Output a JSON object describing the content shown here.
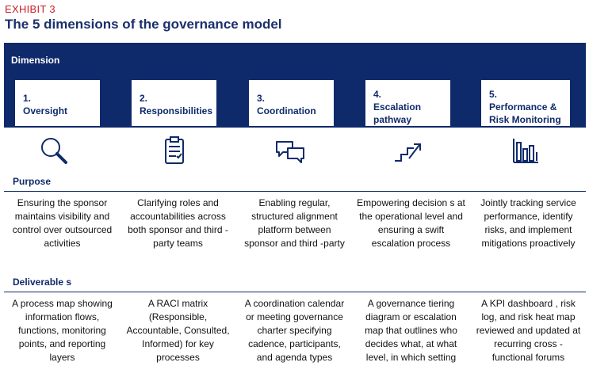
{
  "header": {
    "exhibit": "EXHIBIT 3",
    "title": "The 5 dimensions of the governance model"
  },
  "banner": {
    "label": "Dimension"
  },
  "colors": {
    "navy": "#0f2a6b",
    "accent_red": "#c8202a"
  },
  "dimensions": [
    {
      "number": "1.",
      "name": "Oversight",
      "icon": "magnifier-icon",
      "purpose": "Ensuring the sponsor maintains visibility and control over outsourced activities",
      "deliverable": "A process map showing information flows, functions, monitoring points, and reporting layers"
    },
    {
      "number": "2.",
      "name": "Responsibilities",
      "icon": "checklist-icon",
      "purpose": "Clarifying roles  and accountabilities  across both sponsor and third - party teams",
      "deliverable": "A RACI matrix (Responsible, Accountable, Consulted, Informed) for key processes"
    },
    {
      "number": "3.",
      "name": "Coordination",
      "icon": "chat-bubbles-icon",
      "purpose": "Enabling regular, structured  alignment platform  between sponsor and third -party",
      "deliverable": "A coordination calendar or meeting governance charter specifying cadence, participants, and agenda types"
    },
    {
      "number": "4.",
      "name": "Escalation pathway",
      "icon": "escalation-stairs-icon",
      "purpose": "Empowering decision s at the operational level and ensuring a swift escalation process",
      "deliverable": "A governance tiering diagram or escalation map that outlines who decides what, at what level,  in which setting"
    },
    {
      "number": "5.",
      "name": "Performance & Risk Monitoring",
      "icon": "bar-chart-icon",
      "purpose": "Jointly tracking service performance, identify risks, and  implement mitigations  proactively",
      "deliverable": "A KPI dashboard , risk log, and  risk heat map reviewed  and updated at recurring cross - functional forums"
    }
  ],
  "sections": {
    "purpose": "Purpose",
    "deliverables": "Deliverable s"
  }
}
